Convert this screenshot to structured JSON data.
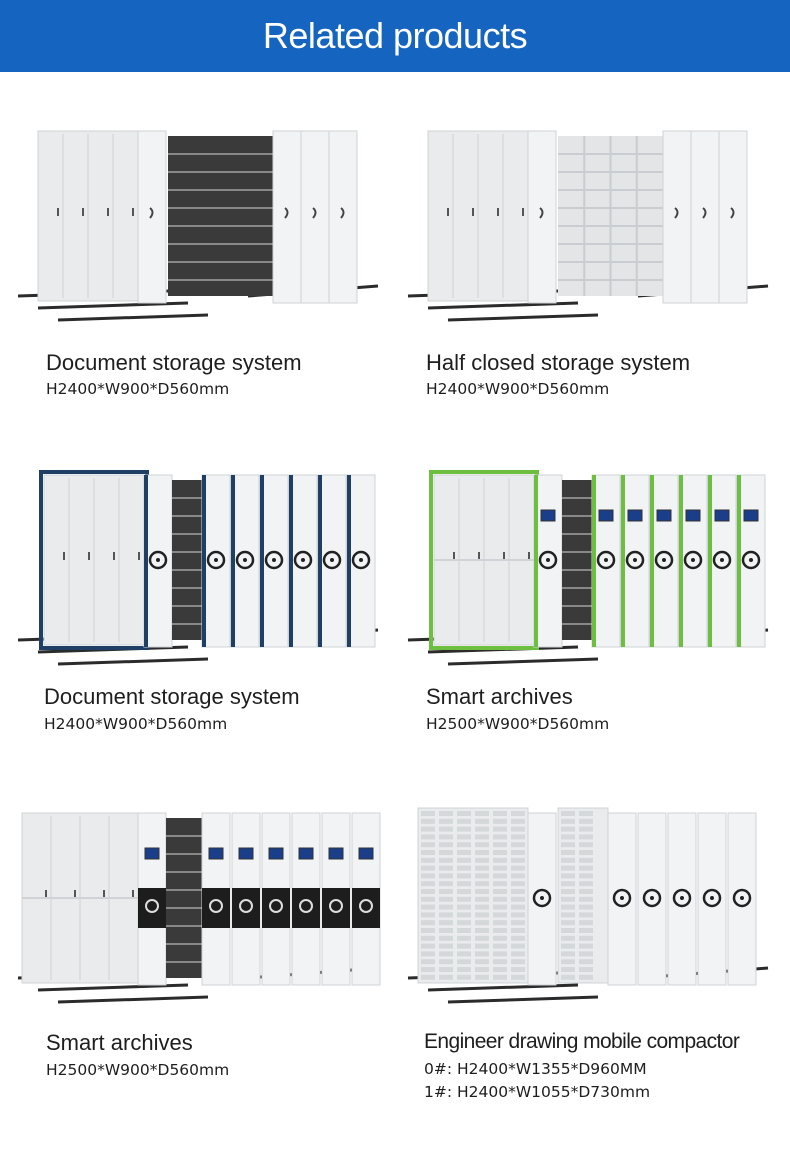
{
  "banner": {
    "title": "Related products"
  },
  "products": [
    {
      "name": "Document storage system",
      "specs": [
        "H2400*W900*D560mm"
      ],
      "variant": "grey-open",
      "accent": "#d9dcdf"
    },
    {
      "name": "Half closed storage system",
      "specs": [
        "H2400*W900*D560mm"
      ],
      "variant": "grey-cubby",
      "accent": "#d9dcdf"
    },
    {
      "name": "Document storage system",
      "specs": [
        "H2400*W900*D560mm"
      ],
      "variant": "wheel",
      "accent": "#1f3f66"
    },
    {
      "name": "Smart archives",
      "specs": [
        "H2500*W900*D560mm"
      ],
      "variant": "wheel-screen",
      "accent": "#6dbf3f"
    },
    {
      "name": "Smart archives",
      "specs": [
        "H2500*W900*D560mm"
      ],
      "variant": "black-panel",
      "accent": "#222222"
    },
    {
      "name": "Engineer drawing mobile compactor",
      "specs": [
        "0#: H2400*W1355*D960MM",
        "1#: H2400*W1055*D730mm"
      ],
      "variant": "drawers",
      "accent": "#d9dcdf"
    }
  ],
  "colors": {
    "banner": "#1565c0",
    "cabinet": "#e9ebed",
    "cabinet_shade": "#cfd3d7",
    "rail": "#2b2b2b"
  }
}
